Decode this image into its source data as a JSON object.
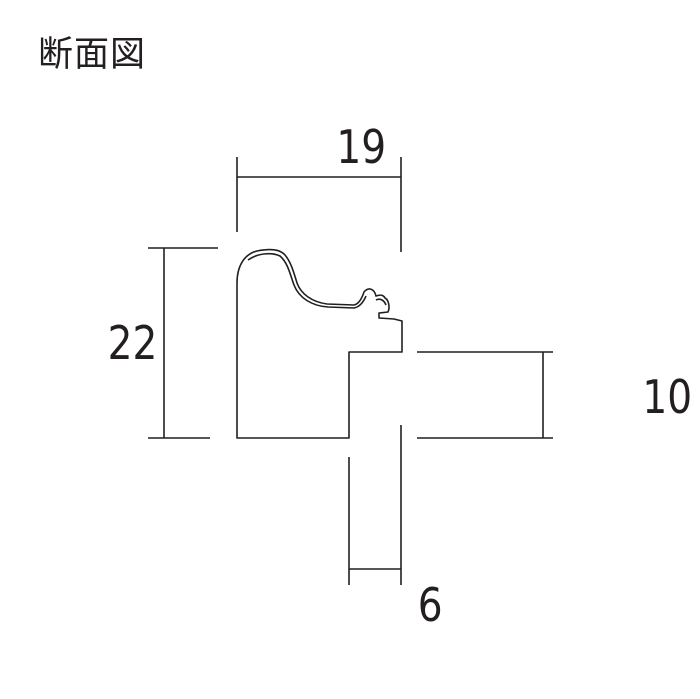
{
  "title": "断面図",
  "dimensions": {
    "width_top": "19",
    "height_left": "22",
    "height_right": "10",
    "width_bottom": "6"
  },
  "colors": {
    "line": "#231f20",
    "background": "#ffffff"
  }
}
